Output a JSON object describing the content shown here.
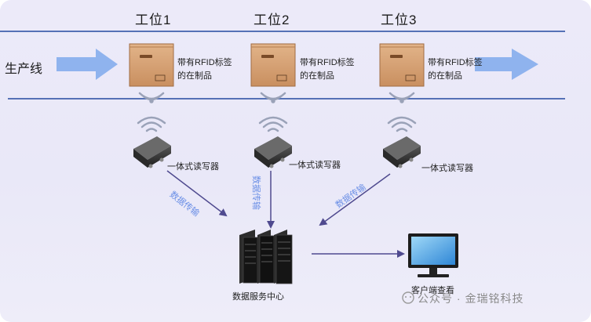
{
  "stations": [
    {
      "title": "工位1",
      "box_label": "带有RFID标签的在制品"
    },
    {
      "title": "工位2",
      "box_label": "带有RFID标签的在制品"
    },
    {
      "title": "工位3",
      "box_label": "带有RFID标签的在制品"
    }
  ],
  "production_line_label": "生产线",
  "readers": [
    {
      "label": "一体式读写器"
    },
    {
      "label": "一体式读写器"
    },
    {
      "label": "一体式读写器"
    }
  ],
  "data_transfer_labels": [
    "数据传输",
    "数据传输",
    "数据传输"
  ],
  "server_label": "数据服务中心",
  "client_label": "客户端查看",
  "watermark": "公众号 · 金瑞铭科技",
  "colors": {
    "background": "#ebe9f8",
    "line": "#5571b6",
    "arrow": "#8fb3ee",
    "connector": "#4f4a8f",
    "wifi": "#9aa2b8"
  }
}
